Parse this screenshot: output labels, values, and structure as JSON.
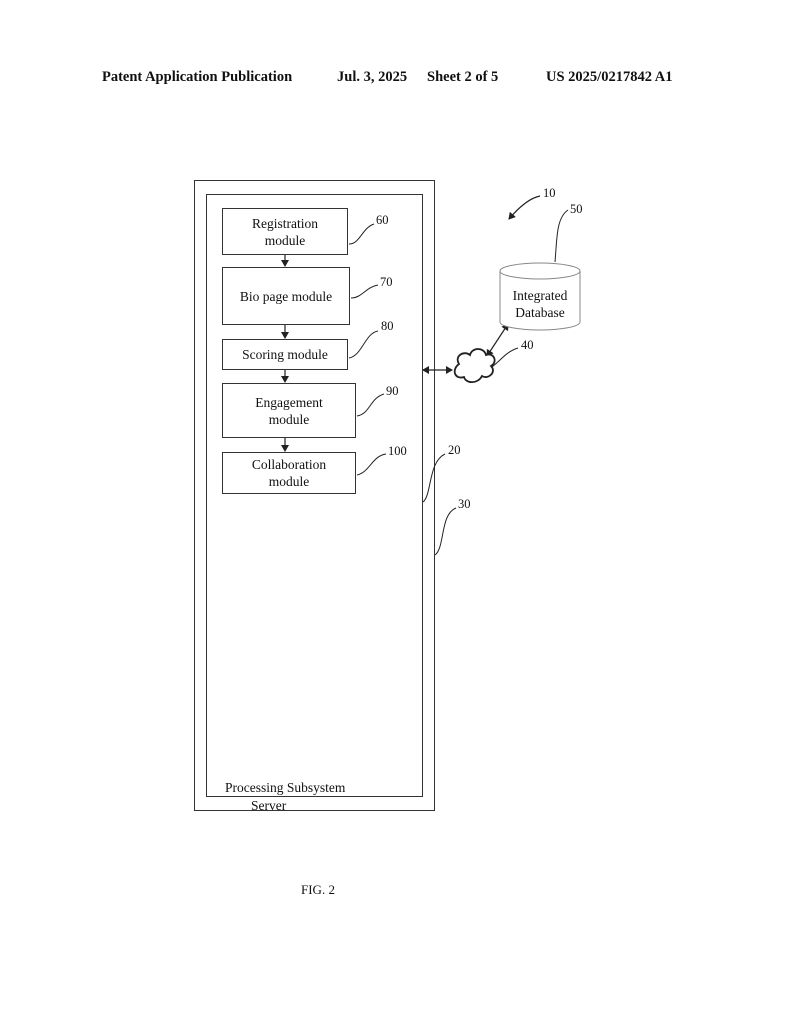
{
  "header": {
    "publication": "Patent Application Publication",
    "date": "Jul. 3, 2025",
    "sheet": "Sheet 2 of 5",
    "number": "US 2025/0217842 A1"
  },
  "figure": {
    "caption": "FIG. 2",
    "ref_system": "10",
    "server": {
      "label": "Server",
      "ref": "30"
    },
    "subsystem": {
      "label": "Processing Subsystem",
      "ref": "20"
    },
    "modules": [
      {
        "label": "Registration\nmodule",
        "ref": "60"
      },
      {
        "label": "Bio page module",
        "ref": "70"
      },
      {
        "label": "Scoring module",
        "ref": "80"
      },
      {
        "label": "Engagement\nmodule",
        "ref": "90"
      },
      {
        "label": "Collaboration\nmodule",
        "ref": "100"
      }
    ],
    "database": {
      "label": "Integrated\nDatabase",
      "ref": "50"
    },
    "network": {
      "ref": "40"
    }
  }
}
